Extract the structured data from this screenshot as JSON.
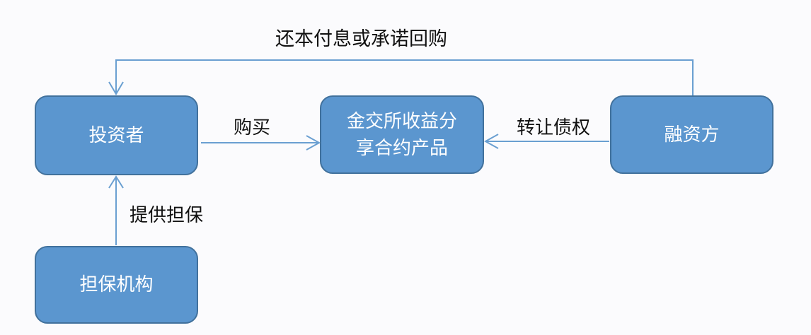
{
  "colors": {
    "box_fill": "#5b96cf",
    "box_border": "#41719c",
    "connector": "#6a9fd1",
    "background": "#fbfbfd"
  },
  "nodes": {
    "investor": "投资者",
    "product_line1": "金交所收益分",
    "product_line2": "享合约产品",
    "financier": "融资方",
    "guarantor": "担保机构"
  },
  "edges": {
    "repay": "还本付息或承诺回购",
    "purchase": "购买",
    "transfer": "转让债权",
    "guarantee": "提供担保"
  }
}
